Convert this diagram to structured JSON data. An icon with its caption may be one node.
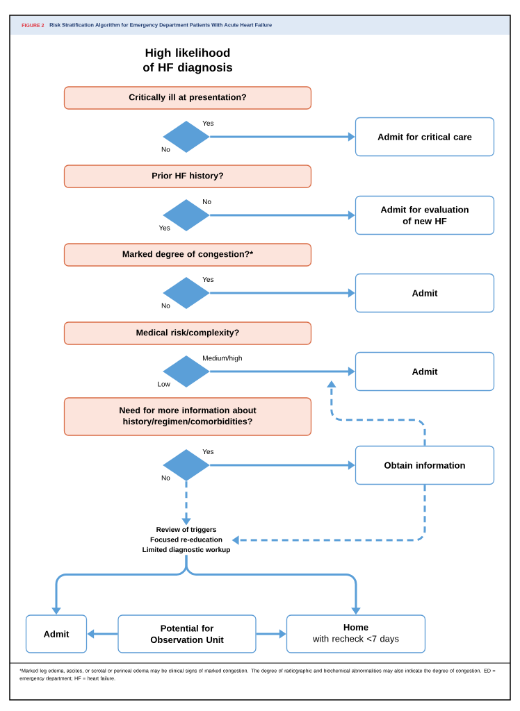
{
  "diagram": {
    "title": "Risk Stratification Algorithm for Emergency Department Patients With Acute Heart Failure",
    "caption": "*Marked leg edema, ascites, or scrotal or perineal edema may be clinical signs of marked congestion. The degree of radiographic and biochemical abnormalities may also indicate the degree of congestion. ED = emergency department; HF = heart failure.",
    "nodes": [
      {
        "text": [
          "Critically ill at presentation?"
        ]
      },
      {
        "text": [],
        "shape": "diamond",
        "beside": [
          "No"
        ]
      },
      {
        "text": [
          "Admit for critical care"
        ]
      },
      {
        "text": [
          "Prior HF history?"
        ]
      },
      {
        "text": [],
        "shape": "diamond",
        "beside": [
          "Yes"
        ]
      },
      {
        "text": [
          "Admit for evaluation of new HF"
        ]
      },
      {
        "text": [
          "Marked degree of congestion?*"
        ]
      },
      {
        "text": [],
        "shape": "diamond",
        "beside": [
          "No"
        ]
      },
      {
        "text": [
          "Admit"
        ]
      },
      {
        "text": [
          "Medical risk/complexity?"
        ]
      },
      {
        "text": [],
        "shape": "diamond",
        "beside": [
          "Low"
        ]
      },
      {
        "text": [
          "Admit"
        ]
      },
      {
        "text": [
          "Need for more information about history/regimen/comorbidities?"
        ]
      },
      {
        "text": [],
        "shape": "diamond",
        "beside": [
          "No"
        ]
      },
      {
        "text": [
          "Obtain information"
        ]
      },
      {
        "text": [
          "Review of triggers",
          "Focused re-education",
          "Limited diagnostic workup"
        ]
      },
      {
        "text": [
          "Admit"
        ]
      },
      {
        "text": [
          "Potential for Observation Unit"
        ]
      },
      {
        "text": [
          "Home",
          "with recheck <7 days"
        ]
      }
    ],
    "edges": [
      {
        "from": 1,
        "to": 2,
        "arrow": "to",
        "label": "Yes"
      },
      {
        "from": 4,
        "to": 5,
        "arrow": "to",
        "label": "No"
      },
      {
        "from": 7,
        "to": 8,
        "arrow": "to",
        "label": "Yes"
      },
      {
        "from": 10,
        "to": 11,
        "arrow": "to",
        "label": "Medium/high"
      },
      {
        "from": 13,
        "to": 14,
        "arrow": "to",
        "label": "Yes"
      },
      {
        "from": 13,
        "to": 15,
        "arrow": "to",
        "style": "dashed"
      },
      {
        "from": 14,
        "to": 11,
        "arrow": "to",
        "style": "dashed"
      },
      {
        "from": 14,
        "to": 15,
        "arrow": "to",
        "style": "dashed"
      },
      {
        "from": 15,
        "to": 16,
        "arrow": "to"
      },
      {
        "from": 15,
        "to": 18,
        "arrow": "to"
      },
      {
        "from": 17,
        "to": 16,
        "arrow": "to"
      },
      {
        "from": 17,
        "to": 18,
        "arrow": "to"
      }
    ],
    "labels": [
      "FIGURE 2",
      "High likelihood of HF diagnosis"
    ]
  }
}
